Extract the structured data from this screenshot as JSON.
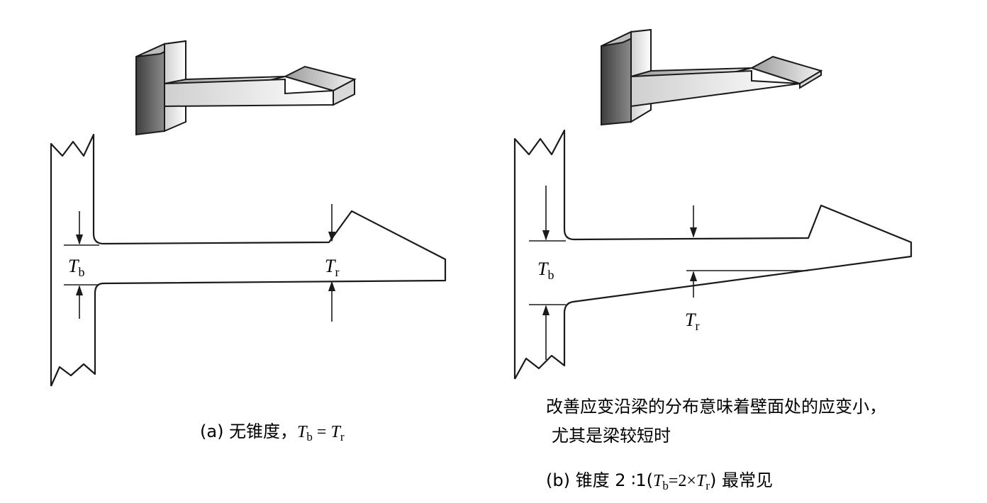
{
  "colors": {
    "ink": "#1a1a1a",
    "metal_dark": "#5a5a5a",
    "metal_mid": "#9a9a9a",
    "metal_light": "#eeeeee"
  },
  "panel_a": {
    "label_tb_main": "T",
    "label_tb_sub": "b",
    "label_tr_main": "T",
    "label_tr_sub": "r",
    "caption_prefix": "(a) 无锥度，",
    "caption_t1": "T",
    "caption_t1_sub": "b",
    "caption_eq": " = ",
    "caption_t2": "T",
    "caption_t2_sub": "r"
  },
  "panel_b": {
    "label_tb_main": "T",
    "label_tb_sub": "b",
    "label_tr_main": "T",
    "label_tr_sub": "r",
    "note_line1": "改善应变沿梁的分布意味着壁面处的应变小，",
    "note_line2": "尤其是梁较短时",
    "caption_prefix": "(b) 锥度 2 ∶1(",
    "caption_t1": "T",
    "caption_t1_sub": "b",
    "caption_eq": "=2×",
    "caption_t2": "T",
    "caption_t2_sub": "r",
    "caption_suffix": ") 最常见"
  }
}
